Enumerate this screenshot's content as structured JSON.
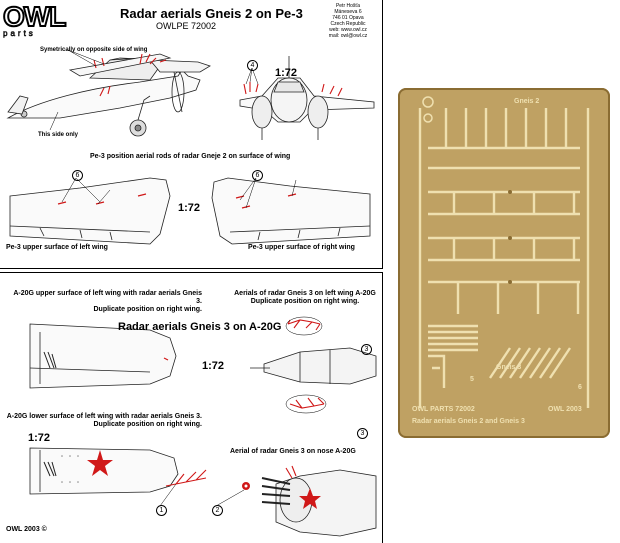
{
  "header": {
    "logo_text": "OWL",
    "logo_sub": "parts",
    "title": "Radar aerials Gneis 2 on Pe-3",
    "code": "OWLPE 72002",
    "address": [
      "Petr Hošťa",
      "Máneseva 6",
      "746 01 Opava",
      "Czech Republic",
      "web: www.owl.cz",
      "mail: owl@owl.cz"
    ]
  },
  "top_panel": {
    "note_symmetric": "Symetrically on opposite side of wing",
    "note_this_side": "This side only",
    "scale": "1:72",
    "callout_4": "4",
    "position_caption": "Pe-3 position aerial rods of radar Gneje 2 on surface of wing",
    "scale_wings": "1:72",
    "callout_6a": "6",
    "callout_6b": "6",
    "left_wing_caption": "Pe-3 upper surface of left wing",
    "right_wing_caption": "Pe-3 upper surface of right wing"
  },
  "bottom_panel": {
    "caption_upper": "A-20G upper surface of left wing with radar aerials Gneis 3.",
    "caption_upper_2": "Duplicate position on right wing.",
    "caption_aerials": "Aerials of radar Gneis 3 on left wing A-20G",
    "caption_aerials_2": "Duplicate position on right wing.",
    "title": "Radar aerials Gneis 3 on A-20G",
    "scale_mid": "1:72",
    "callout_3a": "3",
    "callout_3b": "3",
    "caption_lower": "A-20G lower surface of left wing with radar aerials Gneis 3.",
    "caption_lower_2": "Duplicate position on right wing.",
    "scale_low": "1:72",
    "caption_nose": "Aerial of radar Gneis 3 on nose A-20G",
    "callout_1": "1",
    "callout_2": "2",
    "copyright": "OWL 2003 ©"
  },
  "fret": {
    "label_top": "Gneis 2",
    "label_mid": "Gneis 3",
    "num_5": "5",
    "num_6": "6",
    "footer_1": "OWL PARTS 72002",
    "footer_2": "OWL 2003",
    "footer_3": "Radar aerials Gneis 2 and Gneis 3",
    "colors": {
      "brass": "#c3a567",
      "brass_dark": "#8a6c32",
      "fret_bg": "#bfa163",
      "relief": "#efe0b0"
    }
  }
}
